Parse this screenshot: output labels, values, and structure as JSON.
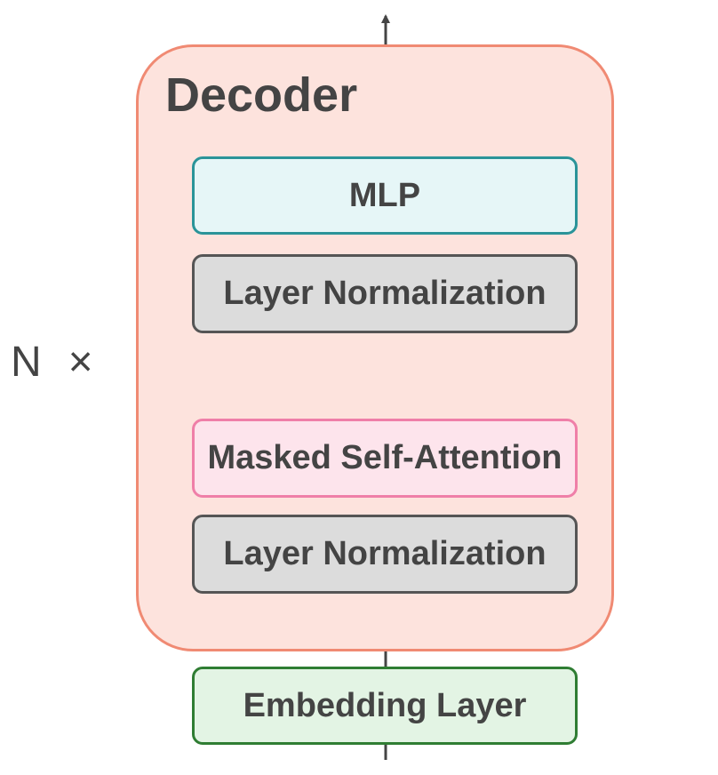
{
  "diagram": {
    "decoder": {
      "title": "Decoder"
    },
    "repeat": {
      "n": "N",
      "times": "×"
    },
    "blocks": {
      "mlp": {
        "label": "MLP",
        "fill": "#e6f6f7",
        "stroke": "#2a9499"
      },
      "layer_norm_top": {
        "label": "Layer Normalization",
        "fill": "#dcdcdc",
        "stroke": "#555555"
      },
      "masked_attention": {
        "label": "Masked Self-Attention",
        "fill": "#fde4ec",
        "stroke": "#ef7fa8"
      },
      "layer_norm_bottom": {
        "label": "Layer Normalization",
        "fill": "#dcdcdc",
        "stroke": "#555555"
      },
      "embedding": {
        "label": "Embedding Layer",
        "fill": "#e3f4e4",
        "stroke": "#2f7d33"
      }
    },
    "colors": {
      "line": "#444444",
      "decoder_fill": "#fde3dd",
      "decoder_stroke": "#f08a73"
    }
  }
}
